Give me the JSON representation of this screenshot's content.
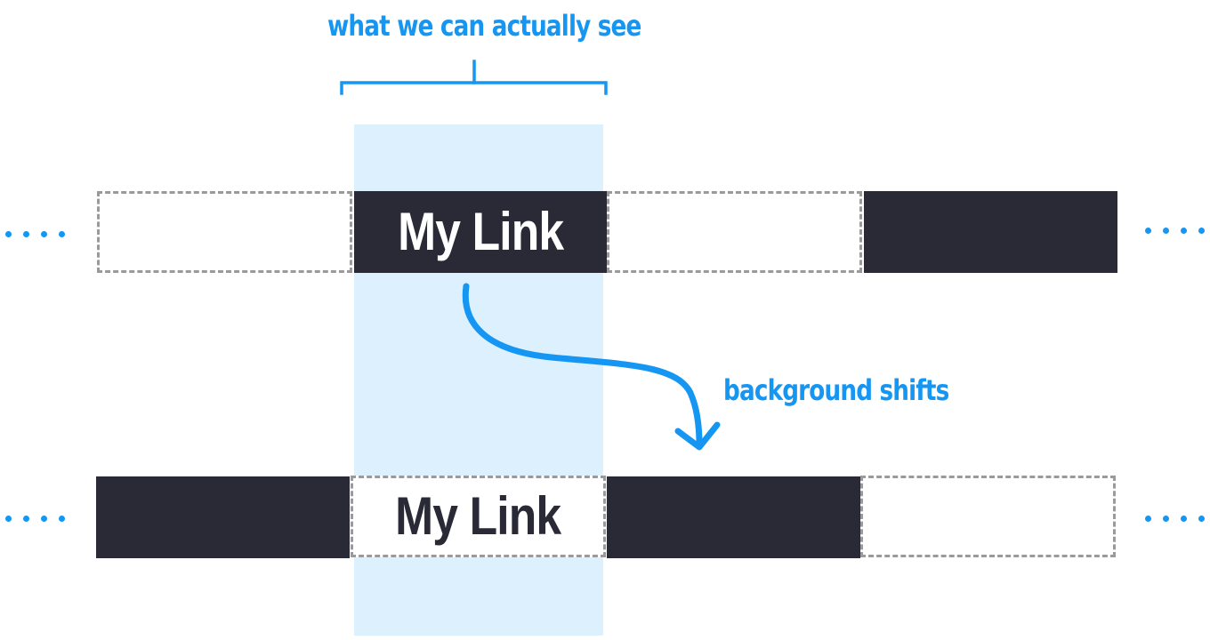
{
  "annotations": {
    "viewport_caption": "what we can actually see",
    "shift_caption": "background shifts"
  },
  "link_label": "My Link",
  "colors": {
    "accent": "#1596f2",
    "dark_cell": "#292a36",
    "viewport_fill": "#ddf0fd",
    "dashed_border": "#9a9a9a"
  },
  "icons": {
    "bracket": "viewport-bracket-icon",
    "arrow": "curved-arrow-icon",
    "ellipsis": "ellipsis-icon"
  }
}
